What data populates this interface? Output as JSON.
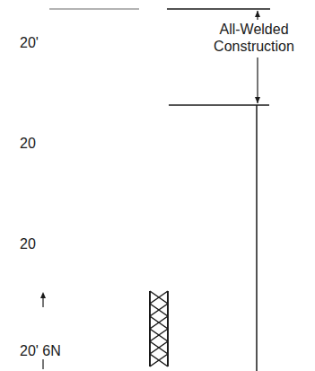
{
  "diagram": {
    "labels": [
      "20'",
      "All-Welded Construction",
      "20",
      "20",
      "20' 6N"
    ]
  }
}
